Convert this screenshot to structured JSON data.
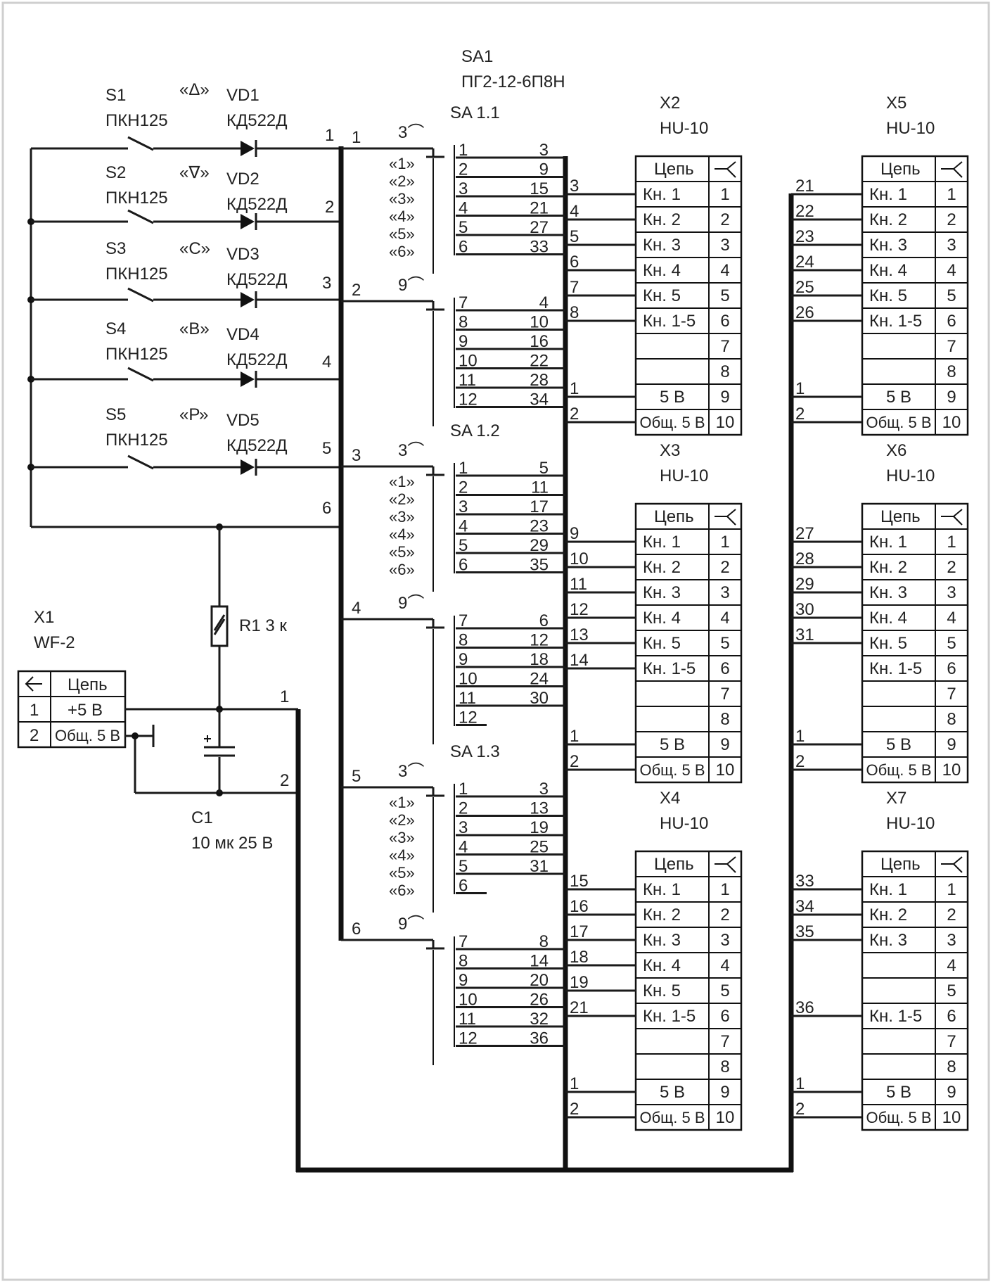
{
  "colors": {
    "ink": "#111111",
    "frame": "#cfcfcf",
    "paper": "#ffffff"
  },
  "icons": {
    "diode": "diode-icon",
    "switch": "switch-icon",
    "resistor": "resistor-icon",
    "capacitor": "capacitor-icon",
    "ground": "ground-icon",
    "connector_out": "arrow-left-icon",
    "connector_in": "fork-icon"
  },
  "sa1": {
    "ref": "SA1",
    "type": "ПГ2-12-6П8Н"
  },
  "switches": [
    {
      "s": "S1",
      "type": "ПКН125",
      "mode": "«Δ»",
      "vd": "VD1",
      "vtype": "КД522Д",
      "bus": "1"
    },
    {
      "s": "S2",
      "type": "ПКН125",
      "mode": "«∇»",
      "vd": "VD2",
      "vtype": "КД522Д",
      "bus": "2"
    },
    {
      "s": "S3",
      "type": "ПКН125",
      "mode": "«С»",
      "vd": "VD3",
      "vtype": "КД522Д",
      "bus": "3"
    },
    {
      "s": "S4",
      "type": "ПКН125",
      "mode": "«В»",
      "vd": "VD4",
      "vtype": "КД522Д",
      "bus": "4"
    },
    {
      "s": "S5",
      "type": "ПКН125",
      "mode": "«Р»",
      "vd": "VD5",
      "vtype": "КД522Д",
      "bus": "5"
    }
  ],
  "bus6": "6",
  "r1": "R1 3 к",
  "c1": {
    "ref": "C1",
    "value": "10 мк 25 В"
  },
  "x1": {
    "ref": "X1",
    "type": "WF-2",
    "header": "Цепь",
    "rows": [
      {
        "n": "1",
        "c": "+5 В"
      },
      {
        "n": "2",
        "c": "Общ. 5 В"
      }
    ]
  },
  "x1_wires": [
    "1",
    "2"
  ],
  "sa_sections": [
    {
      "name": "SA 1.1",
      "groups": [
        {
          "bus": "1",
          "pos": "3⌒",
          "labels": [
            "«1»",
            "«2»",
            "«3»",
            "«4»",
            "«5»",
            "«6»"
          ],
          "contacts": [
            {
              "l": "1",
              "r": "3"
            },
            {
              "l": "2",
              "r": "9"
            },
            {
              "l": "3",
              "r": "15"
            },
            {
              "l": "4",
              "r": "21"
            },
            {
              "l": "5",
              "r": "27"
            },
            {
              "l": "6",
              "r": "33"
            }
          ]
        },
        {
          "bus": "2",
          "pos": "9⌒",
          "contacts": [
            {
              "l": "7",
              "r": "4"
            },
            {
              "l": "8",
              "r": "10"
            },
            {
              "l": "9",
              "r": "16"
            },
            {
              "l": "10",
              "r": "22"
            },
            {
              "l": "11",
              "r": "28"
            },
            {
              "l": "12",
              "r": "34"
            }
          ]
        }
      ]
    },
    {
      "name": "SA 1.2",
      "groups": [
        {
          "bus": "3",
          "pos": "3⌒",
          "labels": [
            "«1»",
            "«2»",
            "«3»",
            "«4»",
            "«5»",
            "«6»"
          ],
          "contacts": [
            {
              "l": "1",
              "r": "5"
            },
            {
              "l": "2",
              "r": "11"
            },
            {
              "l": "3",
              "r": "17"
            },
            {
              "l": "4",
              "r": "23"
            },
            {
              "l": "5",
              "r": "29"
            },
            {
              "l": "6",
              "r": "35"
            }
          ]
        },
        {
          "bus": "4",
          "pos": "9⌒",
          "contacts": [
            {
              "l": "7",
              "r": "6"
            },
            {
              "l": "8",
              "r": "12"
            },
            {
              "l": "9",
              "r": "18"
            },
            {
              "l": "10",
              "r": "24"
            },
            {
              "l": "11",
              "r": "30"
            },
            {
              "l": "12",
              "r": ""
            }
          ]
        }
      ]
    },
    {
      "name": "SA 1.3",
      "groups": [
        {
          "bus": "5",
          "pos": "3⌒",
          "labels": [
            "«1»",
            "«2»",
            "«3»",
            "«4»",
            "«5»",
            "«6»"
          ],
          "contacts": [
            {
              "l": "1",
              "r": "3"
            },
            {
              "l": "2",
              "r": "13"
            },
            {
              "l": "3",
              "r": "19"
            },
            {
              "l": "4",
              "r": "25"
            },
            {
              "l": "5",
              "r": "31"
            },
            {
              "l": "6",
              "r": ""
            }
          ]
        },
        {
          "bus": "6",
          "pos": "9⌒",
          "contacts": [
            {
              "l": "7",
              "r": "8"
            },
            {
              "l": "8",
              "r": "14"
            },
            {
              "l": "9",
              "r": "20"
            },
            {
              "l": "10",
              "r": "26"
            },
            {
              "l": "11",
              "r": "32"
            },
            {
              "l": "12",
              "r": "36"
            }
          ]
        }
      ]
    }
  ],
  "connectors": [
    {
      "ref": "X2",
      "type": "HU-10",
      "header": "Цепь",
      "rows": [
        "Кн. 1",
        "Кн. 2",
        "Кн. 3",
        "Кн. 4",
        "Кн. 5",
        "Кн. 1-5",
        "",
        "",
        "5 В",
        "Общ. 5 В"
      ],
      "nums": [
        "1",
        "2",
        "3",
        "4",
        "5",
        "6",
        "7",
        "8",
        "9",
        "10"
      ],
      "wires": [
        "3",
        "4",
        "5",
        "6",
        "7",
        "8",
        "",
        "",
        "1",
        "2"
      ]
    },
    {
      "ref": "X3",
      "type": "HU-10",
      "header": "Цепь",
      "rows": [
        "Кн. 1",
        "Кн. 2",
        "Кн. 3",
        "Кн. 4",
        "Кн. 5",
        "Кн. 1-5",
        "",
        "",
        "5 В",
        "Общ. 5 В"
      ],
      "nums": [
        "1",
        "2",
        "3",
        "4",
        "5",
        "6",
        "7",
        "8",
        "9",
        "10"
      ],
      "wires": [
        "9",
        "10",
        "11",
        "12",
        "13",
        "14",
        "",
        "",
        "1",
        "2"
      ]
    },
    {
      "ref": "X4",
      "type": "HU-10",
      "header": "Цепь",
      "rows": [
        "Кн. 1",
        "Кн. 2",
        "Кн. 3",
        "Кн. 4",
        "Кн. 5",
        "Кн. 1-5",
        "",
        "",
        "5 В",
        "Общ. 5 В"
      ],
      "nums": [
        "1",
        "2",
        "3",
        "4",
        "5",
        "6",
        "7",
        "8",
        "9",
        "10"
      ],
      "wires": [
        "15",
        "16",
        "17",
        "18",
        "19",
        "21",
        "",
        "",
        "1",
        "2"
      ]
    },
    {
      "ref": "X5",
      "type": "HU-10",
      "header": "Цепь",
      "rows": [
        "Кн. 1",
        "Кн. 2",
        "Кн. 3",
        "Кн. 4",
        "Кн. 5",
        "Кн. 1-5",
        "",
        "",
        "5 В",
        "Общ. 5 В"
      ],
      "nums": [
        "1",
        "2",
        "3",
        "4",
        "5",
        "6",
        "7",
        "8",
        "9",
        "10"
      ],
      "wires": [
        "21",
        "22",
        "23",
        "24",
        "25",
        "26",
        "",
        "",
        "1",
        "2"
      ]
    },
    {
      "ref": "X6",
      "type": "HU-10",
      "header": "Цепь",
      "rows": [
        "Кн. 1",
        "Кн. 2",
        "Кн. 3",
        "Кн. 4",
        "Кн. 5",
        "Кн. 1-5",
        "",
        "",
        "5 В",
        "Общ. 5 В"
      ],
      "nums": [
        "1",
        "2",
        "3",
        "4",
        "5",
        "6",
        "7",
        "8",
        "9",
        "10"
      ],
      "wires": [
        "27",
        "28",
        "29",
        "30",
        "31",
        "",
        "",
        "",
        "1",
        "2"
      ]
    },
    {
      "ref": "X7",
      "type": "HU-10",
      "header": "Цепь",
      "rows": [
        "Кн. 1",
        "Кн. 2",
        "Кн. 3",
        "",
        "",
        "Кн. 1-5",
        "",
        "",
        "5 В",
        "Общ. 5 В"
      ],
      "nums": [
        "1",
        "2",
        "3",
        "4",
        "5",
        "6",
        "7",
        "8",
        "9",
        "10"
      ],
      "wires": [
        "33",
        "34",
        "35",
        "",
        "",
        "36",
        "",
        "",
        "1",
        "2"
      ]
    }
  ]
}
